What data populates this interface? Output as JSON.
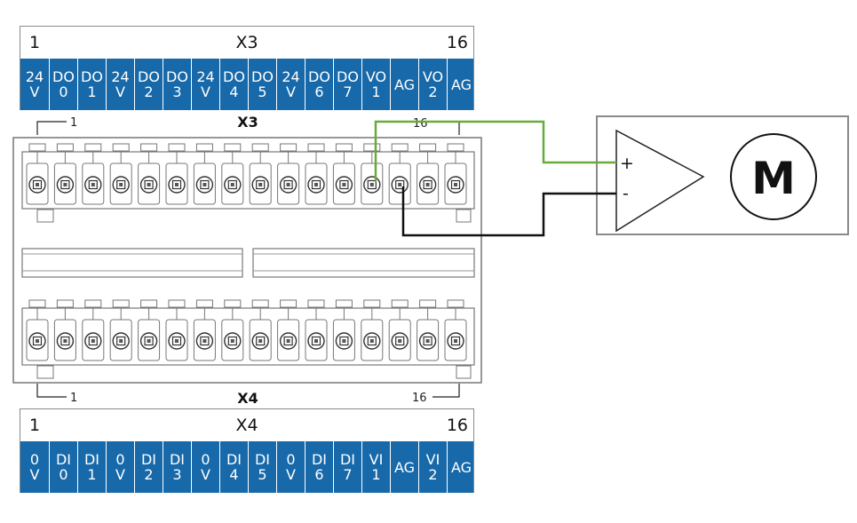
{
  "x3_table": {
    "first_pin": "1",
    "title": "X3",
    "last_pin": "16",
    "pins": [
      "24\nV",
      "DO\n0",
      "DO\n1",
      "24\nV",
      "DO\n2",
      "DO\n3",
      "24\nV",
      "DO\n4",
      "DO\n5",
      "24\nV",
      "DO\n6",
      "DO\n7",
      "VO\n1",
      "AG",
      "VO\n2",
      "AG"
    ]
  },
  "x4_table": {
    "first_pin": "1",
    "title": "X4",
    "last_pin": "16",
    "pins": [
      "0\nV",
      "DI\n0",
      "DI\n1",
      "0\nV",
      "DI\n2",
      "DI\n3",
      "0\nV",
      "DI\n4",
      "DI\n5",
      "0\nV",
      "DI\n6",
      "DI\n7",
      "VI\n1",
      "AG",
      "VI\n2",
      "AG"
    ]
  },
  "connector": {
    "top_label": "X3",
    "top_first": "1",
    "top_last": "16",
    "bottom_label": "X4",
    "bottom_first": "1",
    "bottom_last": "16"
  },
  "amplifier": {
    "plus": "+",
    "minus": "-"
  },
  "motor": {
    "label": "M"
  },
  "wire_colors": {
    "vo1": "#6aaa3c",
    "ag": "#111111"
  }
}
